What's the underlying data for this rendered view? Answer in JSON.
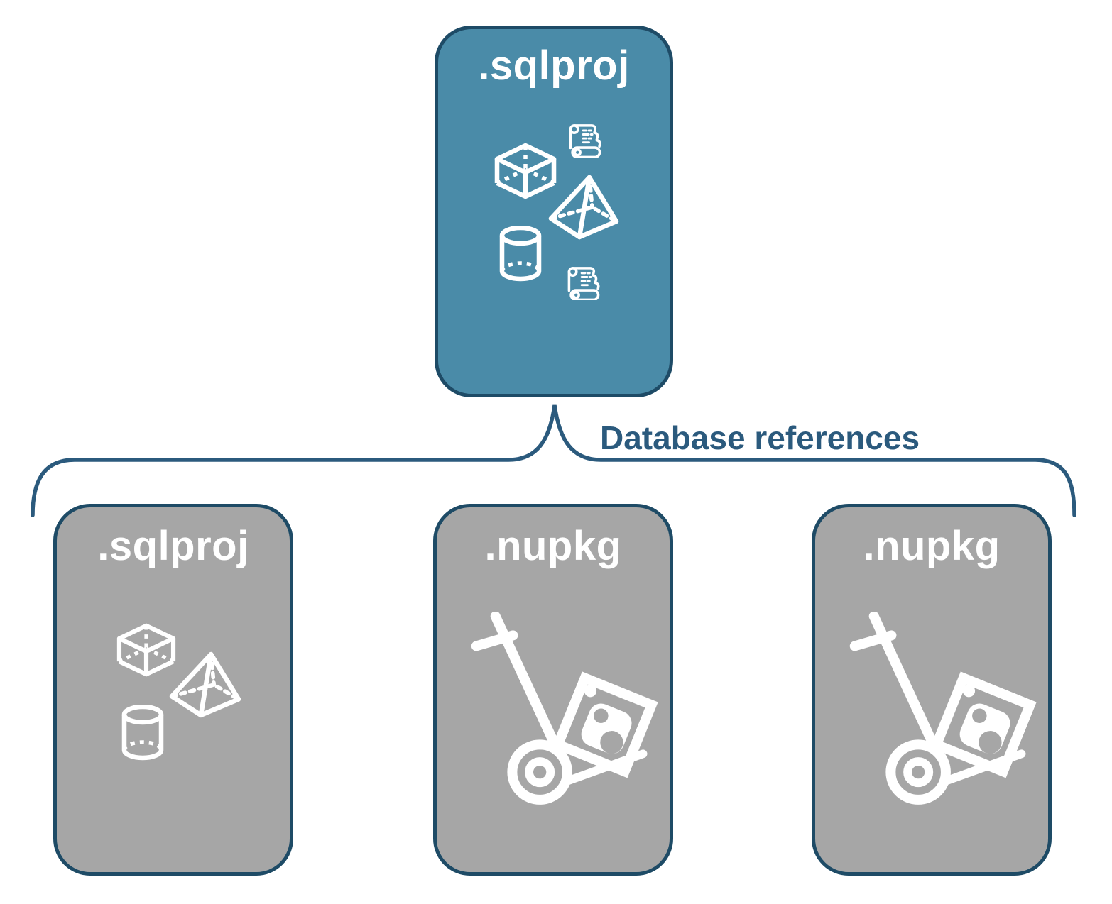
{
  "diagram": {
    "root": {
      "label": ".sqlproj",
      "fill": "#4A8BA8",
      "icons": [
        "script-scroll-icon",
        "cube-icon",
        "pyramid-icon",
        "cylinder-icon",
        "script-scroll-icon"
      ]
    },
    "connector": {
      "label": "Database references",
      "style": "curly-brace",
      "color": "#2B5A7D"
    },
    "children": [
      {
        "label": ".sqlproj",
        "fill": "#A6A6A6",
        "icons": [
          "cube-icon",
          "pyramid-icon",
          "cylinder-icon"
        ]
      },
      {
        "label": ".nupkg",
        "fill": "#A6A6A6",
        "icons": [
          "hand-truck-package-icon"
        ]
      },
      {
        "label": ".nupkg",
        "fill": "#A6A6A6",
        "icons": [
          "hand-truck-package-icon"
        ]
      }
    ],
    "colors": {
      "border": "#1E4B66",
      "label_text": "#FFFFFF",
      "icon_stroke": "#FFFFFF",
      "background": "#FFFFFF"
    }
  }
}
